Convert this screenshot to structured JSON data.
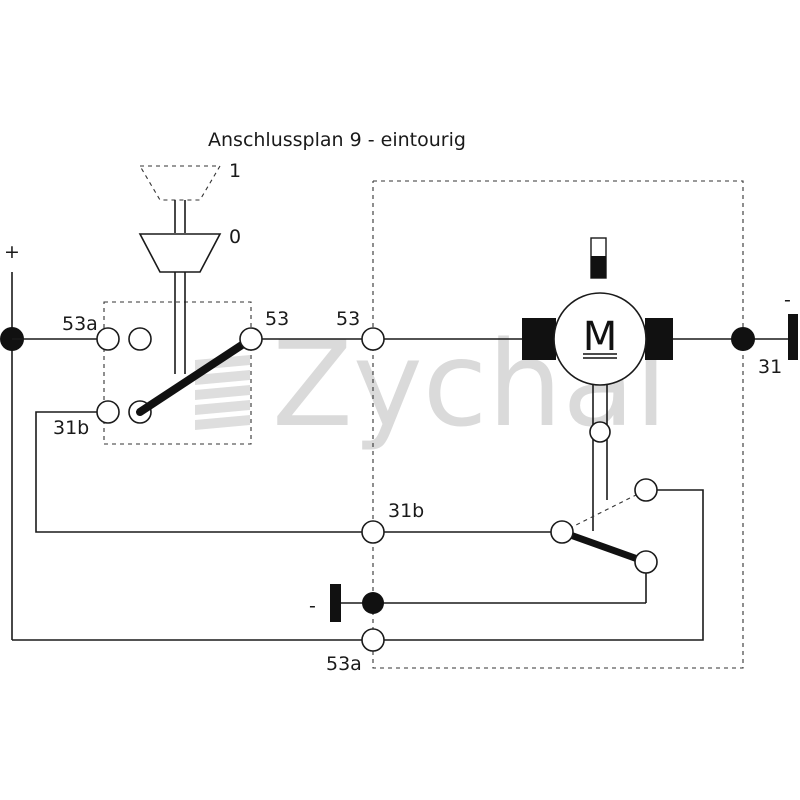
{
  "title": "Anschlussplan 9 - eintourig",
  "watermark": "Zychal",
  "motor_symbol": "M",
  "switch_positions": {
    "pos_1": "1",
    "pos_0": "0"
  },
  "polarity": {
    "plus": "+",
    "minus_right": "-",
    "minus_bottom": "-"
  },
  "labels": {
    "sw_53a": "53a",
    "sw_31b": "31b",
    "sw_53": "53",
    "motor_53": "53",
    "motor_31": "31",
    "motor_31b": "31b",
    "motor_53a": "53a"
  }
}
